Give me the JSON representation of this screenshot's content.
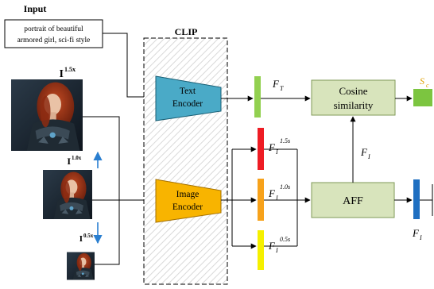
{
  "input_section": {
    "heading": "Input",
    "prompt_line1": "portrait of beautiful",
    "prompt_line2": "armored girl, sci-fi style"
  },
  "clip": {
    "heading": "CLIP",
    "text_encoder_line1": "Text",
    "text_encoder_line2": "Encoder",
    "image_encoder_line1": "Image",
    "image_encoder_line2": "Encoder"
  },
  "images": [
    {
      "label_base": "I",
      "label_sup": "1.5x"
    },
    {
      "label_base": "I",
      "label_sup": "1.0x"
    },
    {
      "label_base": "I",
      "label_sup": "0.5x"
    }
  ],
  "features": {
    "text_feature": {
      "base": "F",
      "sub": "T"
    },
    "scale_features": [
      {
        "base": "F",
        "sub": "I",
        "sup": "1.5s",
        "color": "#ee1c24"
      },
      {
        "base": "F",
        "sub": "I",
        "sup": "1.0s",
        "color": "#f7a21b"
      },
      {
        "base": "F",
        "sub": "I",
        "sup": "0.5s",
        "color": "#f5f000"
      }
    ],
    "fused_label": {
      "base": "F",
      "sub": "I"
    },
    "output_label": {
      "base": "F",
      "sub": "I"
    }
  },
  "modules": {
    "cosine_line1": "Cosine",
    "cosine_line2": "similarity",
    "aff": "AFF"
  },
  "score": {
    "base": "S",
    "sub": "c"
  },
  "colors": {
    "text_encoder": "#4aaac7",
    "image_encoder": "#f8b400",
    "module_fill": "#d8e4bc",
    "text_feature_bar": "#92d050",
    "score_box": "#7cc540",
    "output_bar": "#1f6fc1",
    "scale_arrow": "#2a7fd0"
  }
}
